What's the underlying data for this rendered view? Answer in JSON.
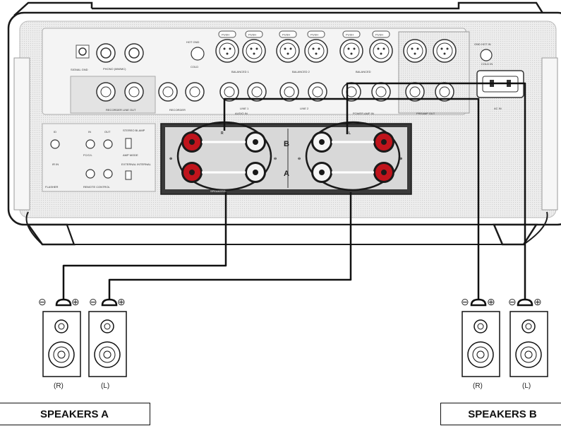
{
  "rear_panel": {
    "signal_gnd": "SIGNAL GND",
    "phono": "PHONO (MM/MC)",
    "push": "PUSH",
    "hot_gnd": "HOT  GND",
    "cold": "COLD",
    "balanced1": "BALANCED 1",
    "balanced2": "BALANCED 2",
    "balanced": "BALANCED",
    "recorder_line_out": "RECORDER LINE OUT",
    "recorder": "RECORDER",
    "line1": "LINE 1",
    "line2": "LINE 2",
    "audio_in": "AUDIO IN",
    "power_amp_in": "POWER AMP IN",
    "preamp_out": "PREAMP OUT",
    "ac_in": "AC IN",
    "gnd_hot_in": "GND  HOT IN",
    "cold_in": "COLD IN",
    "r": "R",
    "l": "L",
    "id": "ID",
    "in": "IN",
    "out": "OUT",
    "fcc": "FC/C/L",
    "stereo_biamp": "STEREO BI-AMP",
    "amp_mode": "AMP MODE",
    "ir_in": "IR IN",
    "flasher": "FLASHER",
    "external_internal": "EXTERNAL INTERNAL",
    "remote_control": "REMOTE CONTROL",
    "speakers": "SPEAKERS",
    "bank_b": "B",
    "bank_a": "A",
    "minus": "⊖",
    "plus": "⊕"
  },
  "speakers": {
    "group_a_title": "SPEAKERS A",
    "group_b_title": "SPEAKERS B",
    "right_label": "(R)",
    "left_label": "(L)"
  },
  "colors": {
    "cable": "#111111",
    "red_terminal": "#c0141c",
    "panel_dark": "#3a3a3a",
    "outline": "#1a1a1a"
  }
}
